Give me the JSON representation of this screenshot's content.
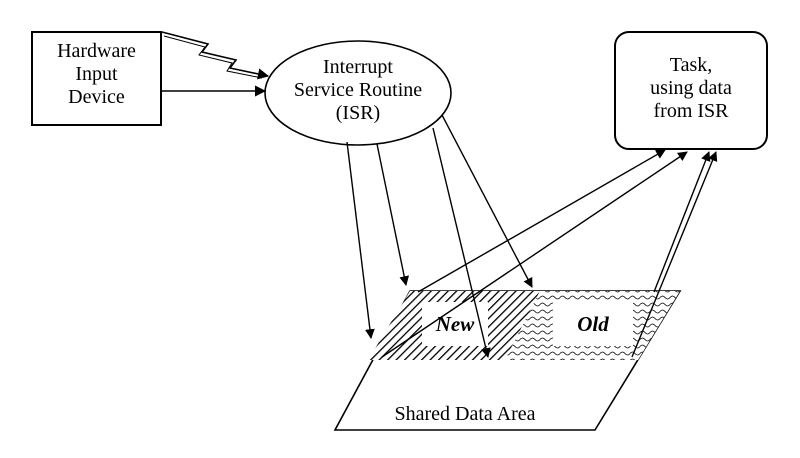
{
  "hardware_device": {
    "lines": [
      "Hardware",
      "Input",
      "Device"
    ]
  },
  "isr": {
    "lines": [
      "Interrupt",
      "Service Routine",
      "(ISR)"
    ]
  },
  "task": {
    "lines": [
      "Task,",
      "using data",
      "from ISR"
    ]
  },
  "shared_area": {
    "label": "Shared Data Area"
  },
  "buffers": {
    "new_label": "New",
    "old_label": "Old"
  },
  "colors": {
    "stroke": "#000000",
    "background": "#ffffff"
  }
}
